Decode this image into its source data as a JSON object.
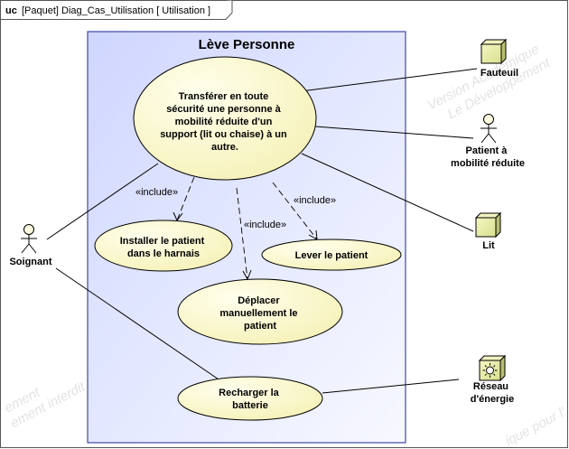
{
  "frame": {
    "keyword": "uc",
    "title": "[Paquet]  Diag_Cas_Utilisation [  Utilisation ]"
  },
  "system": {
    "name": "Lève Personne"
  },
  "use_cases": {
    "transferer": [
      "Transférer en toute",
      "sécurité une personne à",
      "mobilité réduite d'un",
      "support (lit ou chaise) à un",
      "autre."
    ],
    "installer": [
      "Installer le patient",
      "dans le harnais"
    ],
    "lever": [
      "Lever le patient"
    ],
    "deplacer": [
      "Déplacer",
      "manuellement le",
      "patient"
    ],
    "recharger": [
      "Recharger la",
      "batterie"
    ]
  },
  "include_label": "«include»",
  "actors": {
    "soignant": [
      "Soignant"
    ],
    "patient": [
      "Patient à",
      "mobilité réduite"
    ],
    "fauteuil": [
      "Fauteuil"
    ],
    "lit": [
      "Lit"
    ],
    "reseau": [
      "Réseau",
      "d'énergie"
    ]
  },
  "watermark": {
    "top_right": [
      "Version Académique",
      "Le Développement"
    ],
    "bottom_left": [
      "ement",
      "ement interdit"
    ],
    "bottom_right": [
      "ique pour l'"
    ]
  }
}
